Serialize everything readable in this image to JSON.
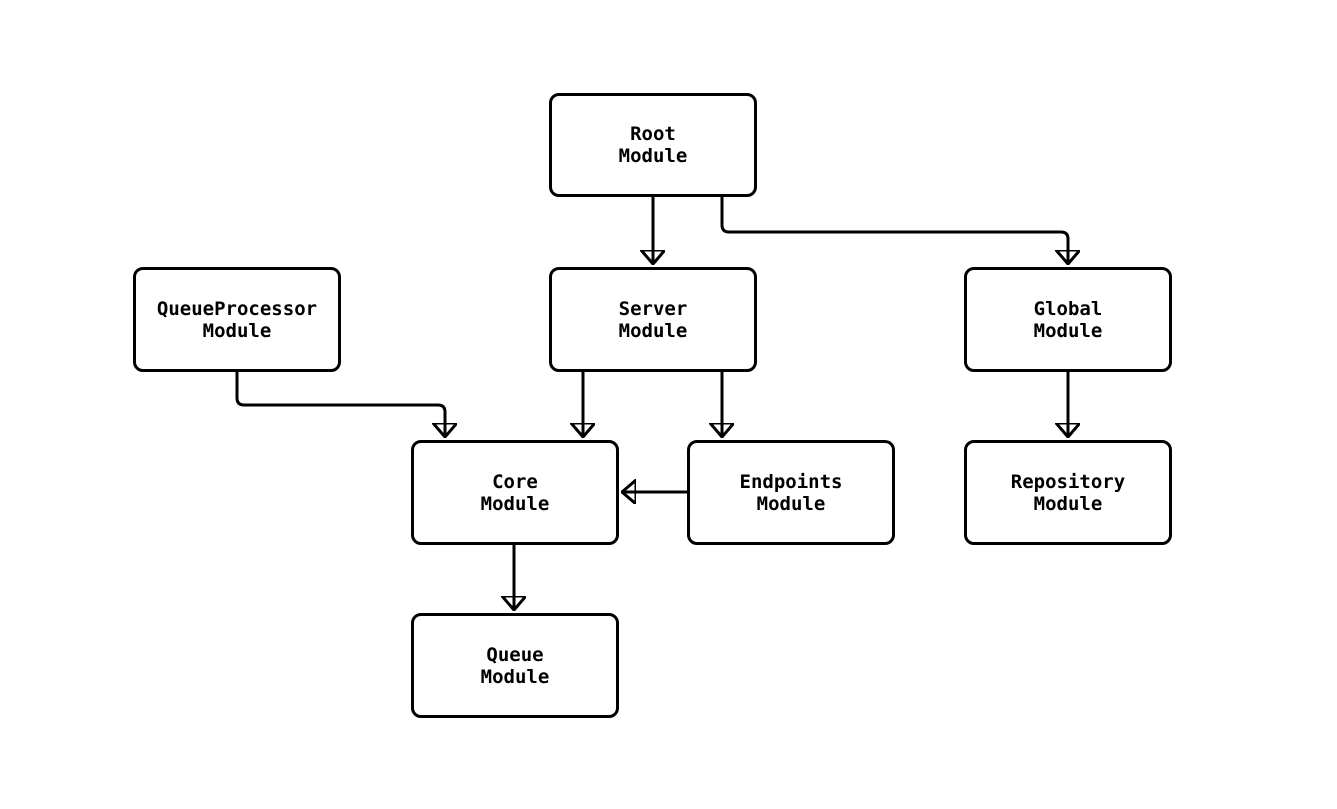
{
  "diagram": {
    "background_color": "#ffffff",
    "node_fill_color": "#ffffff",
    "stroke_color": "#000000",
    "text_color": "#000000",
    "nodes": [
      {
        "id": "root",
        "line1": "Root",
        "line2": "Module"
      },
      {
        "id": "queueprocessor",
        "line1": "QueueProcessor",
        "line2": "Module"
      },
      {
        "id": "server",
        "line1": "Server",
        "line2": "Module"
      },
      {
        "id": "global",
        "line1": "Global",
        "line2": "Module"
      },
      {
        "id": "core",
        "line1": "Core",
        "line2": "Module"
      },
      {
        "id": "endpoints",
        "line1": "Endpoints",
        "line2": "Module"
      },
      {
        "id": "repository",
        "line1": "Repository",
        "line2": "Module"
      },
      {
        "id": "queue",
        "line1": "Queue",
        "line2": "Module"
      }
    ],
    "edges": [
      {
        "from": "root",
        "to": "server",
        "arrow": "down"
      },
      {
        "from": "root",
        "to": "global",
        "arrow": "down"
      },
      {
        "from": "queueprocessor",
        "to": "core",
        "arrow": "down"
      },
      {
        "from": "server",
        "to": "core",
        "arrow": "down"
      },
      {
        "from": "server",
        "to": "endpoints",
        "arrow": "down"
      },
      {
        "from": "global",
        "to": "repository",
        "arrow": "down"
      },
      {
        "from": "endpoints",
        "to": "core",
        "arrow": "left"
      },
      {
        "from": "core",
        "to": "queue",
        "arrow": "down"
      }
    ]
  }
}
